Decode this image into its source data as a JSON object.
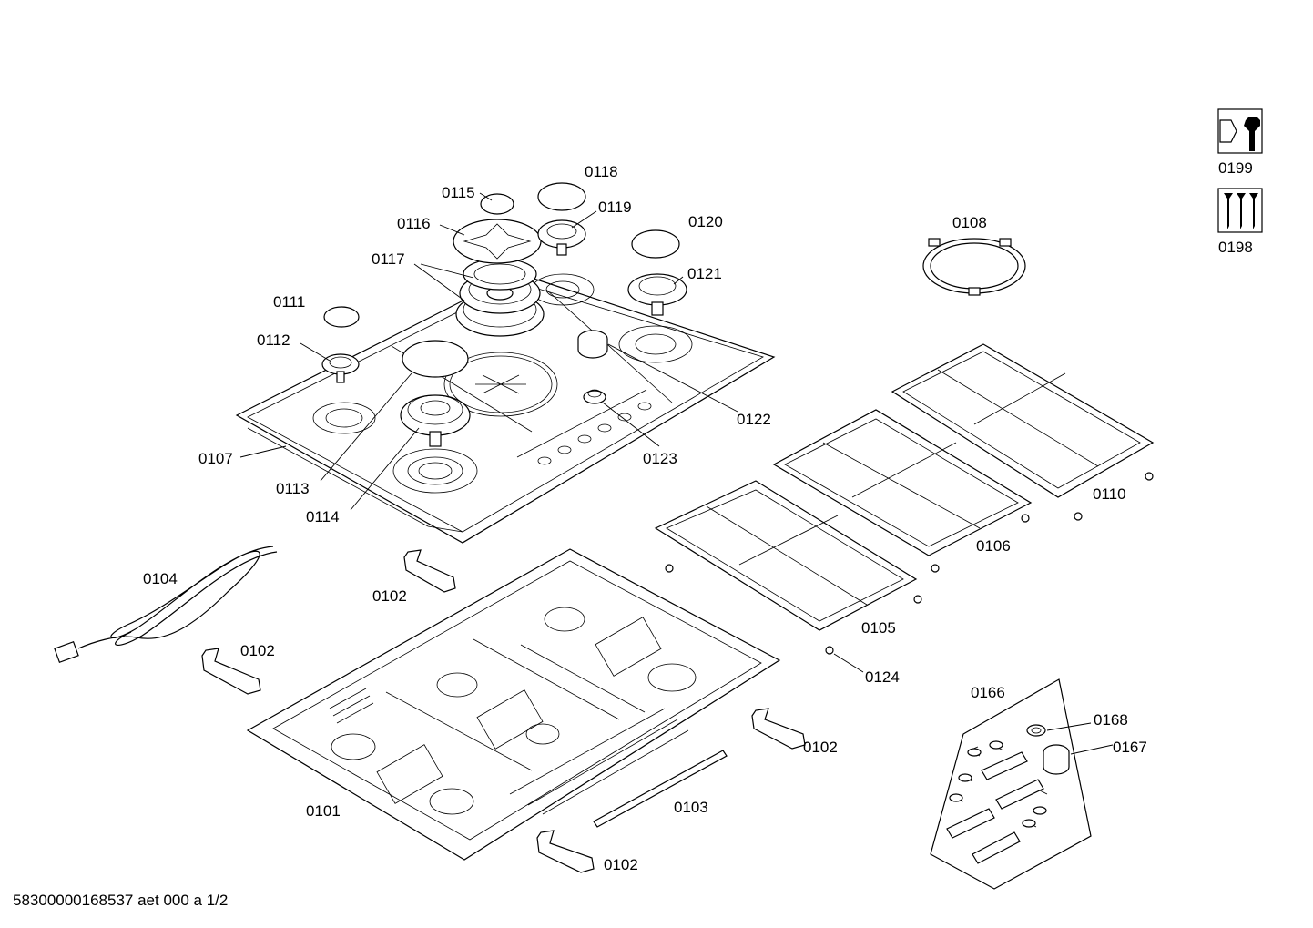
{
  "footer": {
    "document_id": "58300000168537 aet 000 a 1/2"
  },
  "labels": {
    "p0101": "0101",
    "p0102a": "0102",
    "p0102b": "0102",
    "p0102c": "0102",
    "p0102d": "0102",
    "p0103": "0103",
    "p0104": "0104",
    "p0105": "0105",
    "p0106": "0106",
    "p0107": "0107",
    "p0108": "0108",
    "p0110": "0110",
    "p0111": "0111",
    "p0112": "0112",
    "p0113": "0113",
    "p0114": "0114",
    "p0115": "0115",
    "p0116": "0116",
    "p0117": "0117",
    "p0118": "0118",
    "p0119": "0119",
    "p0120": "0120",
    "p0121": "0121",
    "p0122": "0122",
    "p0123": "0123",
    "p0124": "0124",
    "p0166": "0166",
    "p0167": "0167",
    "p0168": "0168",
    "p0198": "0198",
    "p0199": "0199"
  },
  "icons": [
    "wrench-nut-icon",
    "screws-icon"
  ]
}
